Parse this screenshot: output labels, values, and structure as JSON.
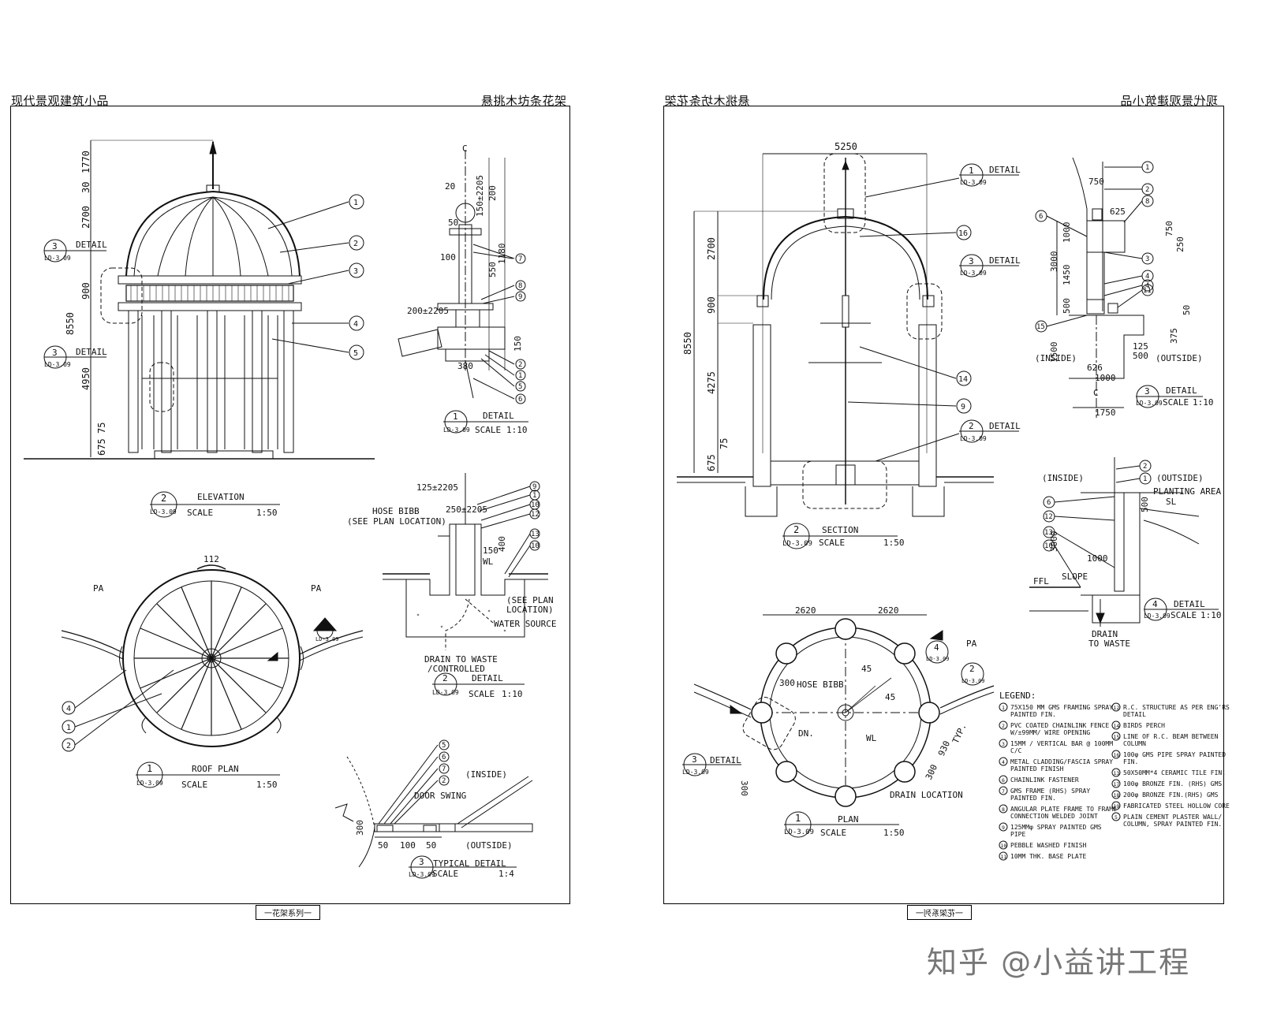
{
  "left_sheet": {
    "title_left": "现代景观建筑小品",
    "title_right": "悬挑木坊条花架",
    "footer": "一花架系列一"
  },
  "right_sheet": {
    "title_left": "悬挑木坊条花架",
    "title_right": "现代景观建筑小品",
    "footer": "一花架系列一"
  },
  "labels": {
    "elevation": "ELEVATION",
    "section": "SECTION",
    "roof_plan": "ROOF PLAN",
    "plan": "PLAN",
    "detail": "DETAIL",
    "typical_detail": "TYPICAL DETAIL",
    "scale": "SCALE",
    "scale_50": "1:50",
    "scale_10": "1:10",
    "scale_4": "1:4",
    "ref": "LD-3.09",
    "pa": "PA",
    "hose_bibb": "HOSE BIBB",
    "see_plan_loc": "(SEE PLAN LOCATION)",
    "see_plan": "(SEE PLAN",
    "location": "LOCATION)",
    "water_source": "WATER SOURCE",
    "drain_to_waste": "DRAIN TO WASTE",
    "controlled": "/CONTROLLED",
    "door_swing": "DOOR SWING",
    "inside": "(INSIDE)",
    "outside": "(OUTSIDE)",
    "planting_area": "PLANTING AREA",
    "sl": "SL",
    "ffl": "FFL",
    "slope": "SLOPE",
    "drain": "DRAIN",
    "to_waste": "TO WASTE",
    "drain_location": "DRAIN LOCATION",
    "hose_bibb2": "HOSE BIBB",
    "dn": "DN.",
    "wl": "WL",
    "legend": "LEGEND:",
    "cl": "C"
  },
  "dims": {
    "elev_1770": "1770",
    "elev_30": "30",
    "elev_2700": "2700",
    "elev_900": "900",
    "elev_8550": "8550",
    "elev_4950": "4950",
    "elev_75": "75",
    "elev_675": "675",
    "d_20": "20",
    "d_50": "50",
    "d_100": "100",
    "d_200": "200",
    "d_150_2205": "150±2205",
    "d_1180": "1180",
    "d_550": "550",
    "d_200_2205": "200±2205",
    "d_380": "380",
    "d_150": "150",
    "d_125_2205": "125±2205",
    "d_250_2205": "250±2205",
    "d_400": "400",
    "d_150b": "150",
    "r_112": "112",
    "r_300": "300",
    "r_50": "50",
    "r_100": "100",
    "r_50b": "50",
    "s_5250": "5250",
    "s_2700": "2700",
    "s_900": "900",
    "s_8550": "8550",
    "s_4275": "4275",
    "s_75": "75",
    "s_675": "675",
    "p_2620a": "2620",
    "p_2620b": "2620",
    "p_45a": "45",
    "p_45b": "45",
    "p_300": "300",
    "p_930": "930",
    "p_typ": "TYP.",
    "t_750": "750",
    "t_625": "625",
    "t_1000": "1000",
    "t_3000": "3000",
    "t_1450": "1450",
    "t_500": "500",
    "t_1500": "1500",
    "t_626": "626",
    "t_1000b": "1000",
    "t_1750": "1750",
    "t_250": "250",
    "t_750b": "750",
    "t_125": "125",
    "t_500b": "500",
    "t_375": "375",
    "t_50": "50",
    "q_500": "500",
    "q_3000": "3000",
    "q_1000": "1000"
  },
  "legend": [
    {
      "n": "1",
      "text": "75X150 MM GMS FRAMING SPRAY PAINTED FIN."
    },
    {
      "n": "2",
      "text": "PVC COATED CHAINLINK FENCE W/±99MM/ WIRE OPENING"
    },
    {
      "n": "3",
      "text": "15MM / VERTICAL BAR @ 100MM C/C"
    },
    {
      "n": "4",
      "text": "METAL CLADDING/FASCIA SPRAY PAINTED FINISH"
    },
    {
      "n": "6",
      "text": "CHAINLINK FASTENER"
    },
    {
      "n": "7",
      "text": "GMS FRAME (RHS) SPRAY PAINTED FIN."
    },
    {
      "n": "8",
      "text": "ANGULAR PLATE FRAME TO FRAME CONNECTION WELDED JOINT"
    },
    {
      "n": "9",
      "text": "125MMφ SPRAY PAINTED GMS PIPE"
    },
    {
      "n": "10",
      "text": "PEBBLE WASHED FINISH"
    },
    {
      "n": "11",
      "text": "10MM THK. BASE PLATE"
    },
    {
      "n": "12",
      "text": "R.C. STRUCTURE AS PER ENG'RS DETAIL"
    },
    {
      "n": "14",
      "text": "BIRDS PERCH"
    },
    {
      "n": "15",
      "text": "LINE OF R.C. BEAM BETWEEN COLUMN"
    },
    {
      "n": "16",
      "text": "100φ GMS PIPE SPRAY PAINTED FIN."
    },
    {
      "n": "13",
      "text": "50X50MM*4 CERAMIC TILE FIN."
    },
    {
      "n": "17",
      "text": "100φ BRONZE FIN. (RHS) GMS"
    },
    {
      "n": "18",
      "text": "200φ BRONZE FIN.(RHS) GMS"
    },
    {
      "n": "19",
      "text": "FABRICATED STEEL HOLLOW CORE"
    },
    {
      "n": "5",
      "text": "PLAIN CEMENT PLASTER WALL/ COLUMN, SPRAY PAINTED FIN."
    }
  ],
  "watermark": "知乎 @小益讲工程"
}
